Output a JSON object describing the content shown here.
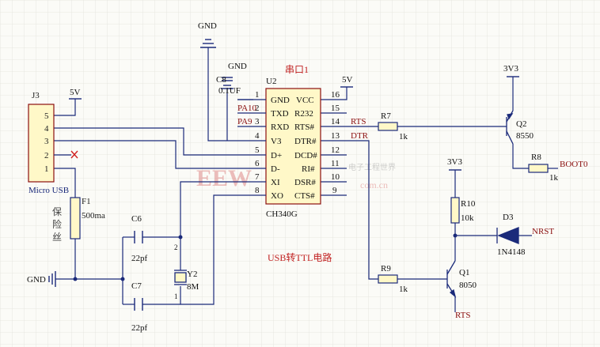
{
  "title": "USB转TTL电路",
  "watermark": {
    "big": "EEW",
    "small": "电子工程世界",
    "domain": "com.cn"
  },
  "colors": {
    "wire": "#1b2a7a",
    "label": "#8b0f0f",
    "ic_fill": "#fff8c8",
    "ic_border": "#8b0f0f",
    "conn_fill": "#fff8c8"
  },
  "u2": {
    "ref": "U2",
    "part": "CH340G",
    "name": "串口1",
    "left_pins": [
      {
        "num": "1",
        "name": "GND"
      },
      {
        "num": "2",
        "name": "TXD"
      },
      {
        "num": "3",
        "name": "RXD"
      },
      {
        "num": "4",
        "name": "V3"
      },
      {
        "num": "5",
        "name": "D+"
      },
      {
        "num": "6",
        "name": "D-"
      },
      {
        "num": "7",
        "name": "XI"
      },
      {
        "num": "8",
        "name": "XO"
      }
    ],
    "right_pins": [
      {
        "num": "16",
        "name": "VCC"
      },
      {
        "num": "15",
        "name": "R232"
      },
      {
        "num": "14",
        "name": "RTS#"
      },
      {
        "num": "13",
        "name": "DTR#"
      },
      {
        "num": "12",
        "name": "DCD#"
      },
      {
        "num": "11",
        "name": "RI#"
      },
      {
        "num": "10",
        "name": "DSR#"
      },
      {
        "num": "9",
        "name": "CTS#"
      }
    ]
  },
  "j3": {
    "ref": "J3",
    "name": "Micro USB",
    "pins": [
      "5",
      "4",
      "3",
      "2",
      "1"
    ]
  },
  "labels": {
    "gnd_top": "GND",
    "gnd_ic": "GND",
    "gnd_left": "GND",
    "v5_j3": "5V",
    "v5_u2": "5V",
    "v3_q2": "3V3",
    "v3_r10": "3V3",
    "c8": "C8",
    "c8_val": "0.1UF",
    "pa10": "PA10",
    "pa9": "PA9",
    "rts": "RTS",
    "dtr": "DTR",
    "r7": "R7",
    "r7_val": "1k",
    "r8": "R8",
    "r8_val": "1k",
    "r9": "R9",
    "r9_val": "1k",
    "r10": "R10",
    "r10_val": "10k",
    "q2": "Q2",
    "q2_val": "8550",
    "q1": "Q1",
    "q1_val": "8050",
    "boot0": "BOOT0",
    "nrst": "NRST",
    "d3": "D3",
    "d3_val": "1N4148",
    "rts_bottom": "RTS",
    "f1": "F1",
    "f1_val": "500ma",
    "fuse_cn": [
      "保",
      "险",
      "丝"
    ],
    "c6": "C6",
    "c6_val": "22pf",
    "c7": "C7",
    "c7_val": "22pf",
    "y2": "Y2",
    "y2_val": "8M",
    "y2_pin2": "2",
    "y2_pin1": "1"
  }
}
